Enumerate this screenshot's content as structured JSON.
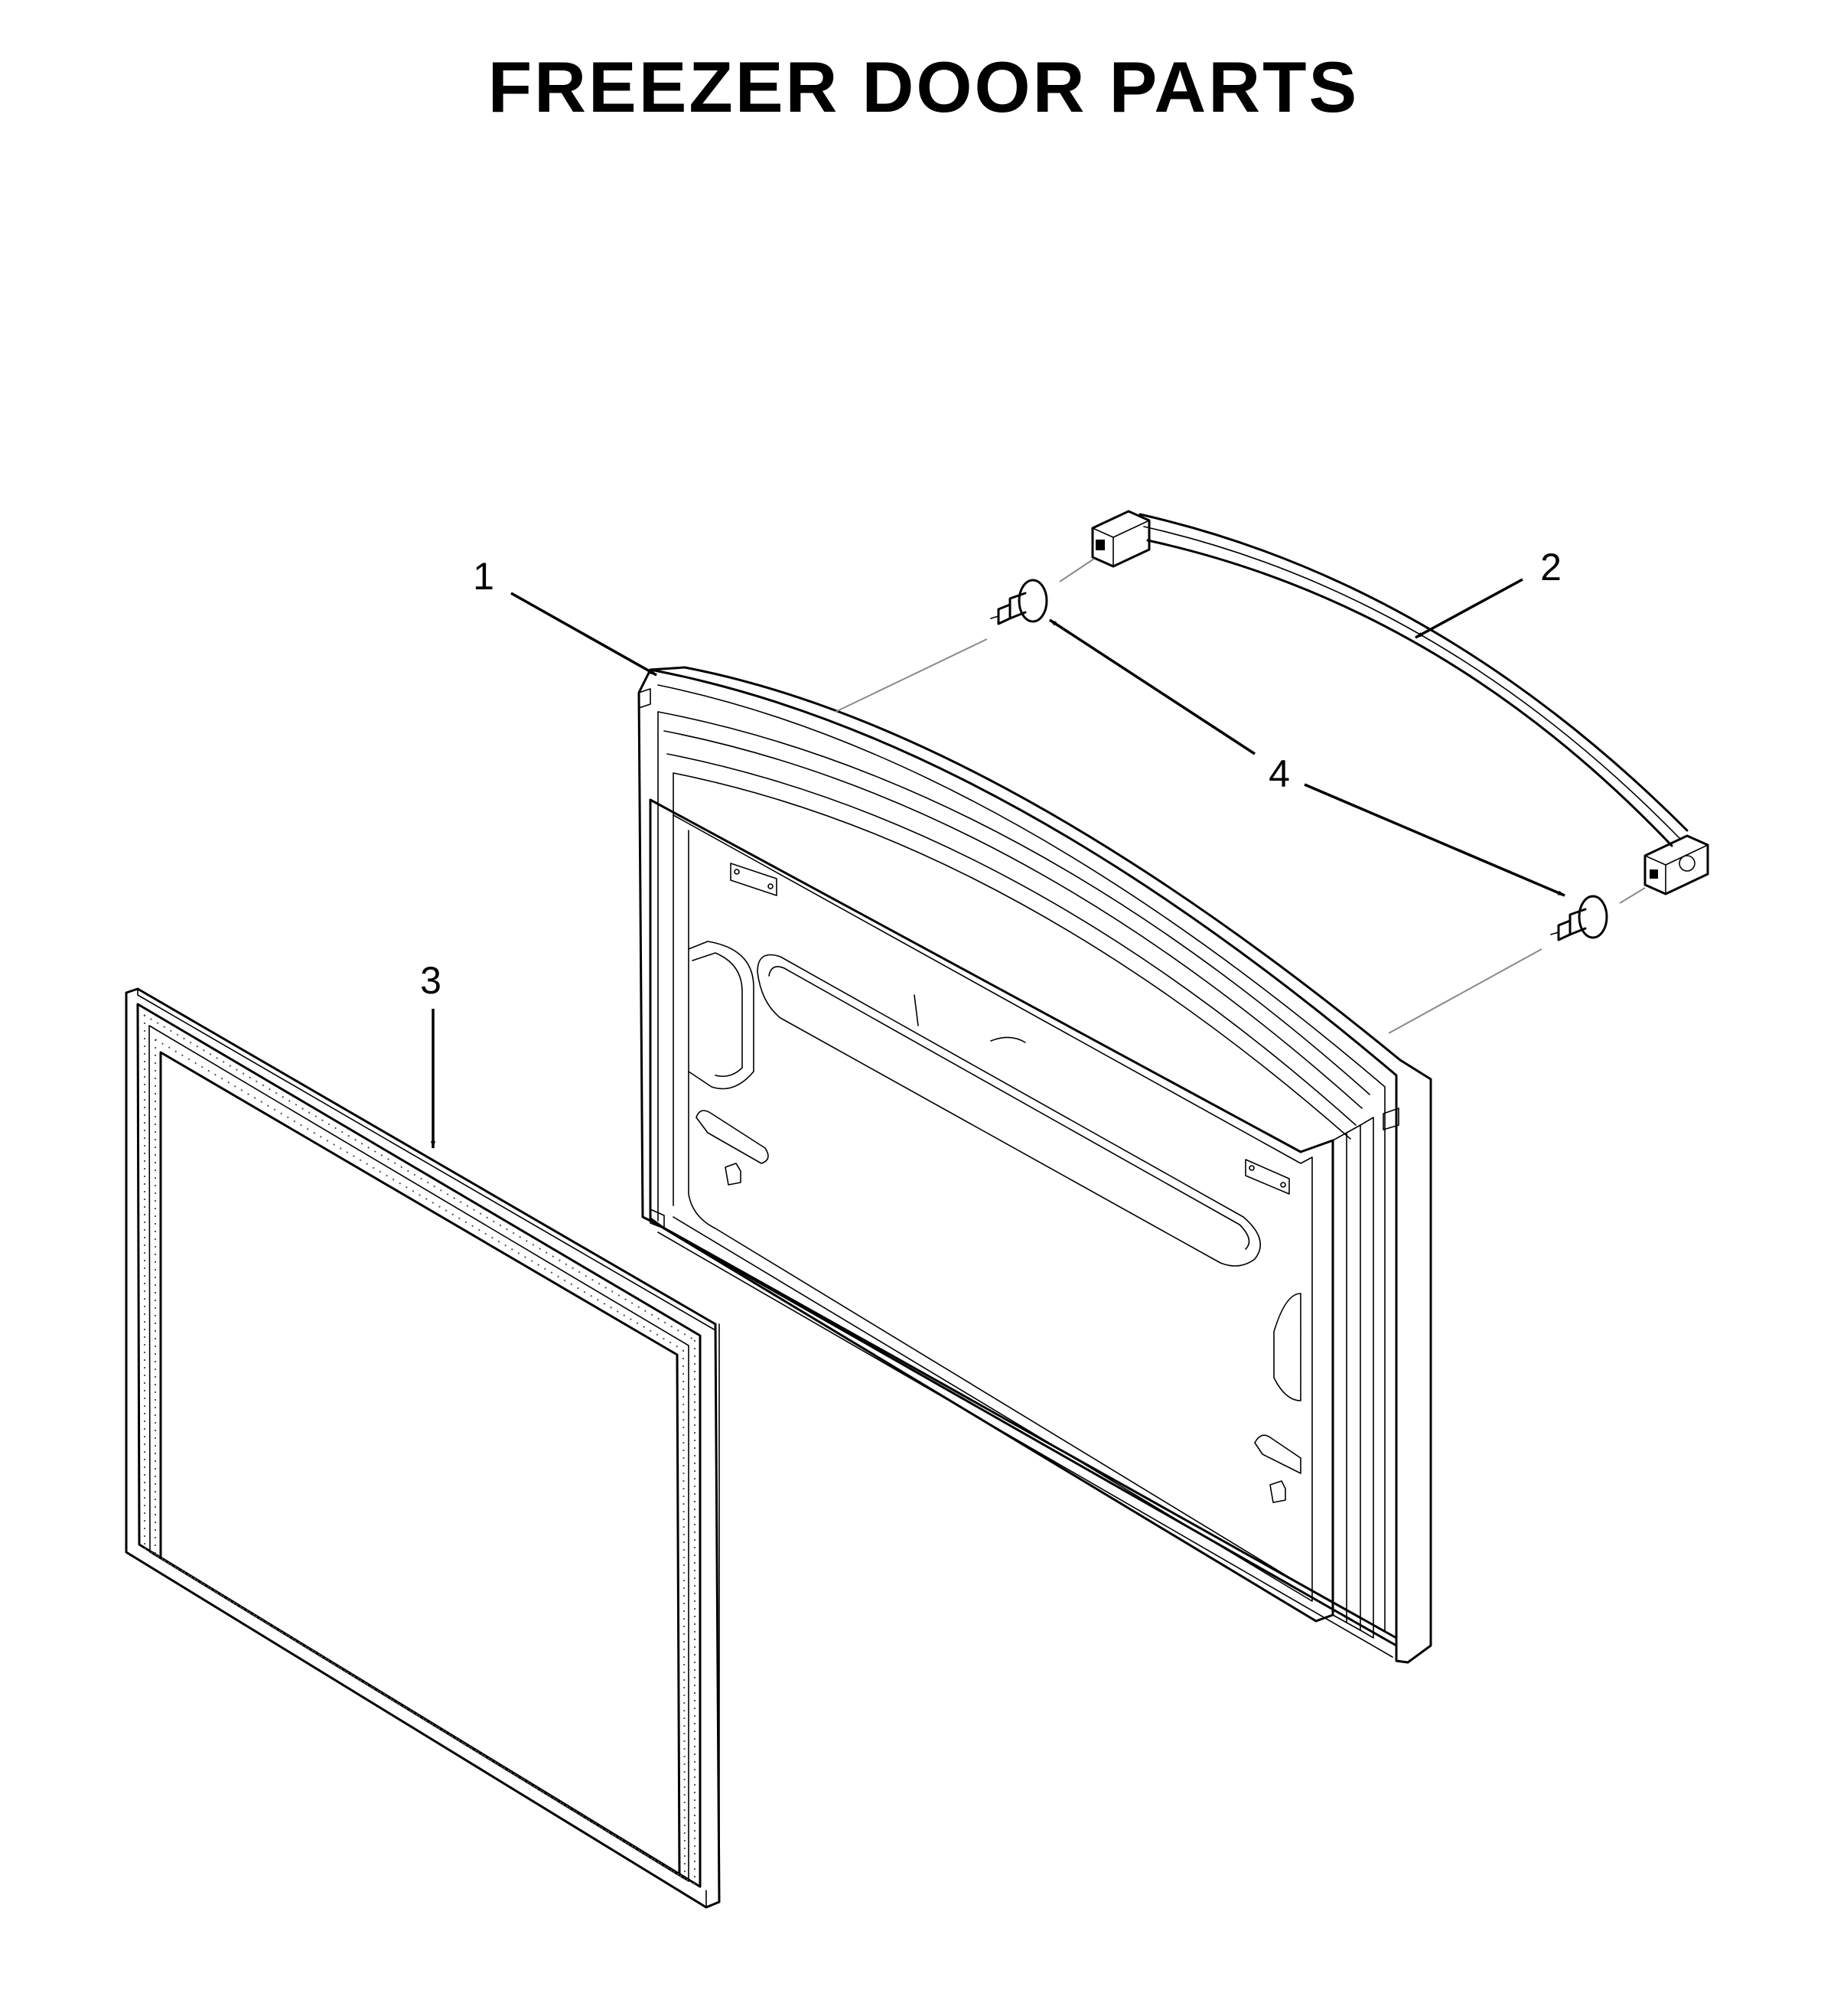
{
  "title": "FREEZER DOOR PARTS",
  "callouts": [
    {
      "id": "1",
      "label": "1",
      "part": "freezer-door"
    },
    {
      "id": "2",
      "label": "2",
      "part": "door-handle"
    },
    {
      "id": "3",
      "label": "3",
      "part": "door-gasket"
    },
    {
      "id": "4",
      "label": "4",
      "part": "handle-mounting-studs"
    }
  ]
}
